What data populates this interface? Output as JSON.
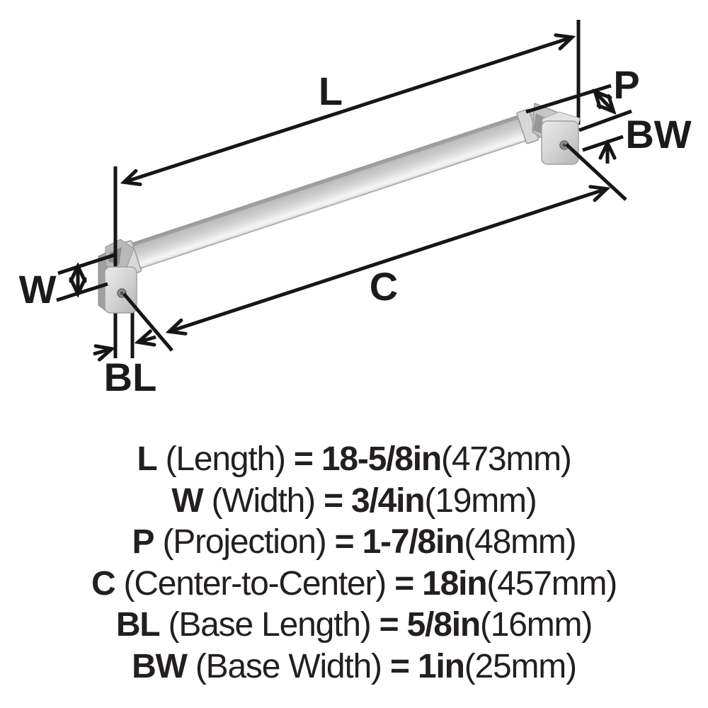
{
  "diagram": {
    "labels": {
      "L": "L",
      "P": "P",
      "BW": "BW",
      "C": "C",
      "W": "W",
      "BL": "BL"
    },
    "colors": {
      "line": "#161616",
      "text": "#231f20",
      "metal_light": "#f2f2f2",
      "metal_mid": "#cccccc",
      "metal_dark": "#9a9a9a"
    }
  },
  "specs": {
    "lines": [
      {
        "symbol": "L",
        "name": "(Length)",
        "eq": "=",
        "value": "18-5/8in",
        "metric": "(473mm)"
      },
      {
        "symbol": "W",
        "name": "(Width)",
        "eq": "=",
        "value": "3/4in",
        "metric": "(19mm)"
      },
      {
        "symbol": "P",
        "name": "(Projection)",
        "eq": "=",
        "value": "1-7/8in",
        "metric": "(48mm)"
      },
      {
        "symbol": "C",
        "name": "(Center-to-Center)",
        "eq": "=",
        "value": "18in",
        "metric": "(457mm)"
      },
      {
        "symbol": "BL",
        "name": "(Base Length)",
        "eq": "=",
        "value": "5/8in",
        "metric": "(16mm)"
      },
      {
        "symbol": "BW",
        "name": "(Base Width)",
        "eq": "=",
        "value": "1in",
        "metric": "(25mm)"
      }
    ]
  }
}
